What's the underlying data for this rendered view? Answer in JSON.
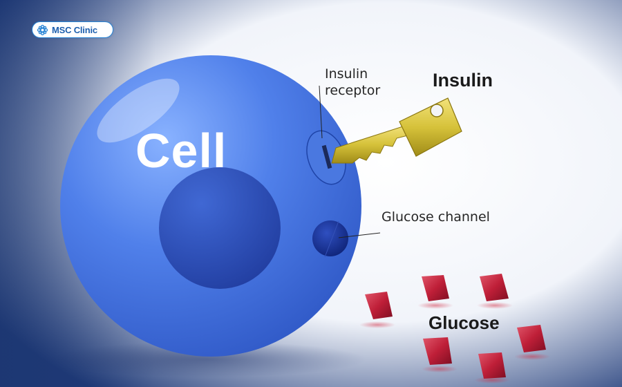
{
  "logo": {
    "text": "MSC Clinic",
    "icon": "flower-icon",
    "color": "#1d5fae"
  },
  "labels": {
    "cell": "Cell",
    "insulin_receptor_line1": "Insulin",
    "insulin_receptor_line2": "receptor",
    "insulin": "Insulin",
    "glucose_channel": "Glucose channel",
    "glucose": "Glucose"
  },
  "colors": {
    "cell": "#3f6fe0",
    "nucleus": "#2a49b0",
    "key": "#d8c53a",
    "glucose": "#c2213a"
  }
}
